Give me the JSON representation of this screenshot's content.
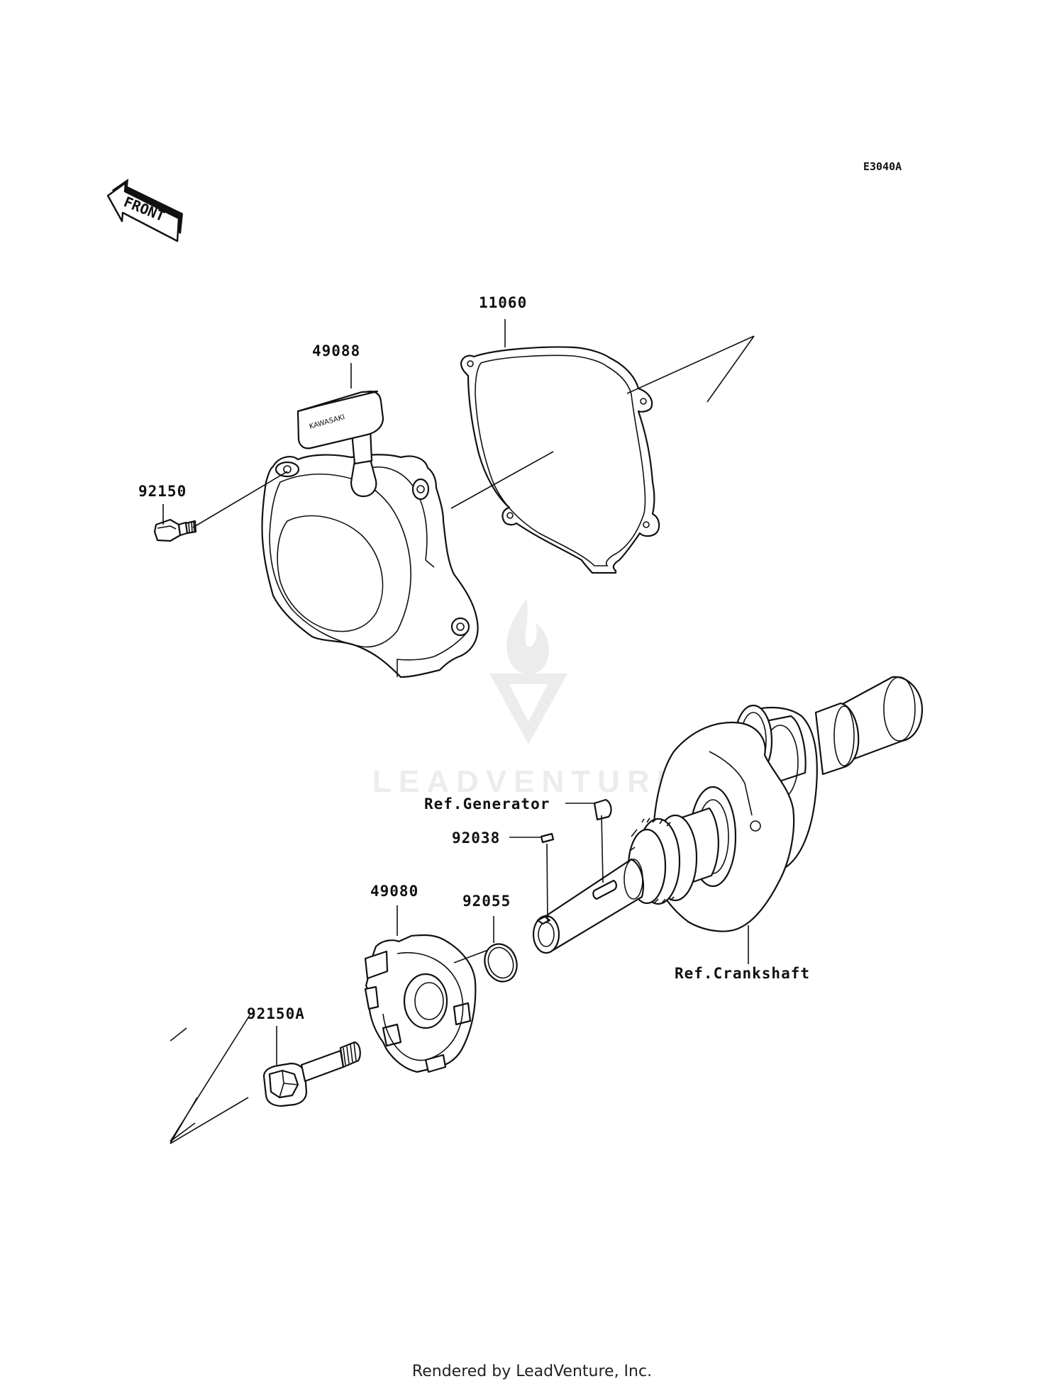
{
  "diagram_code": "E3040A",
  "front_arrow_label": "FRONT",
  "knob_brand": "KAWASAKI",
  "watermark": "LEADVENTURE",
  "parts": [
    {
      "id": "11060",
      "label": "11060"
    },
    {
      "id": "49088",
      "label": "49088"
    },
    {
      "id": "92150",
      "label": "92150"
    },
    {
      "id": "ref-generator",
      "label": "Ref.Generator"
    },
    {
      "id": "92038",
      "label": "92038"
    },
    {
      "id": "49080",
      "label": "49080"
    },
    {
      "id": "92055",
      "label": "92055"
    },
    {
      "id": "ref-crankshaft",
      "label": "Ref.Crankshaft"
    },
    {
      "id": "92150A",
      "label": "92150A"
    }
  ],
  "footer": "Rendered by LeadVenture, Inc."
}
